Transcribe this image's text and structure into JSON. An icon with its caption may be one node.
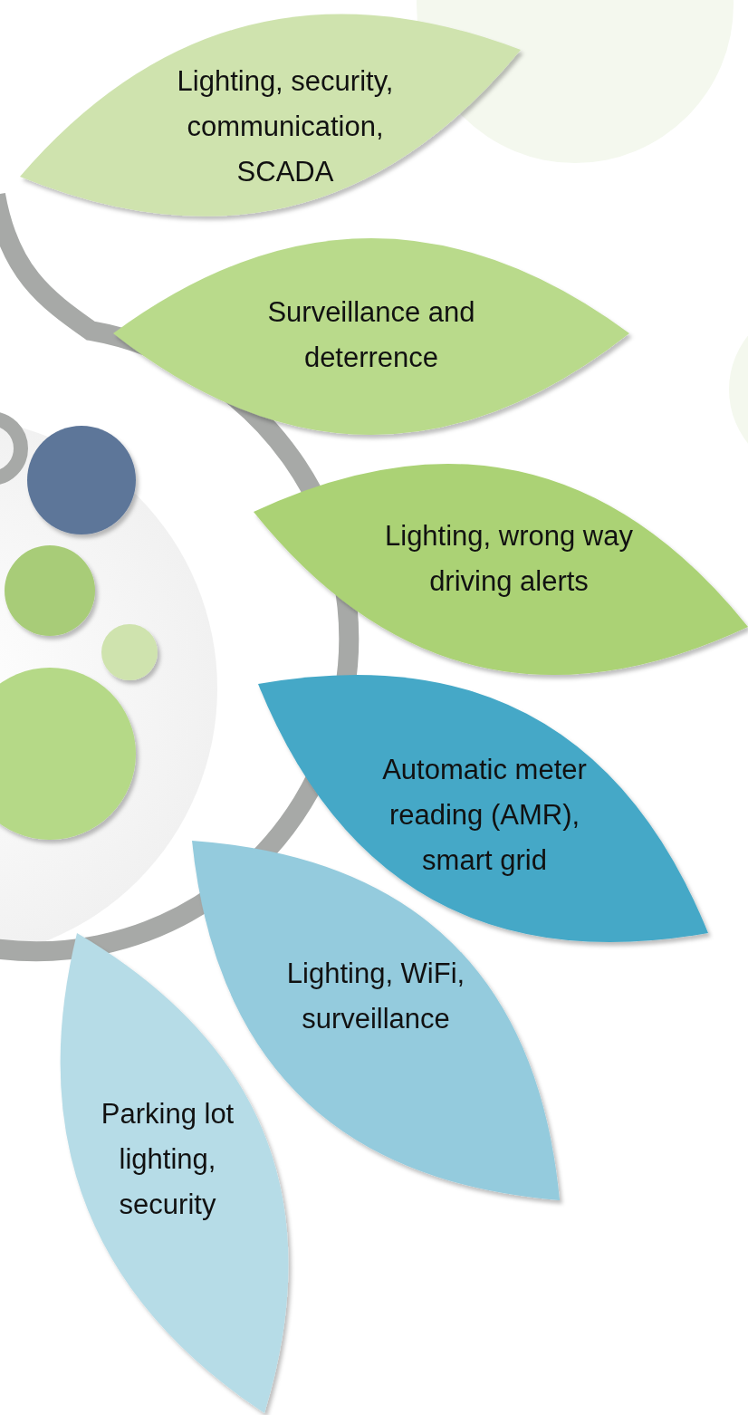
{
  "diagram": {
    "nodes": [
      {
        "text": [
          "Lighting, security, communication, SCADA"
        ]
      },
      {
        "text": [
          "Surveillance and deterrence"
        ]
      },
      {
        "text": [
          "Lighting, wrong way driving alerts"
        ]
      },
      {
        "text": [
          "Automatic meter reading (AMR), smart grid"
        ]
      },
      {
        "text": [
          "Lighting, WiFi, surveillance"
        ]
      },
      {
        "text": [
          "Parking lot lighting, security"
        ]
      }
    ]
  }
}
